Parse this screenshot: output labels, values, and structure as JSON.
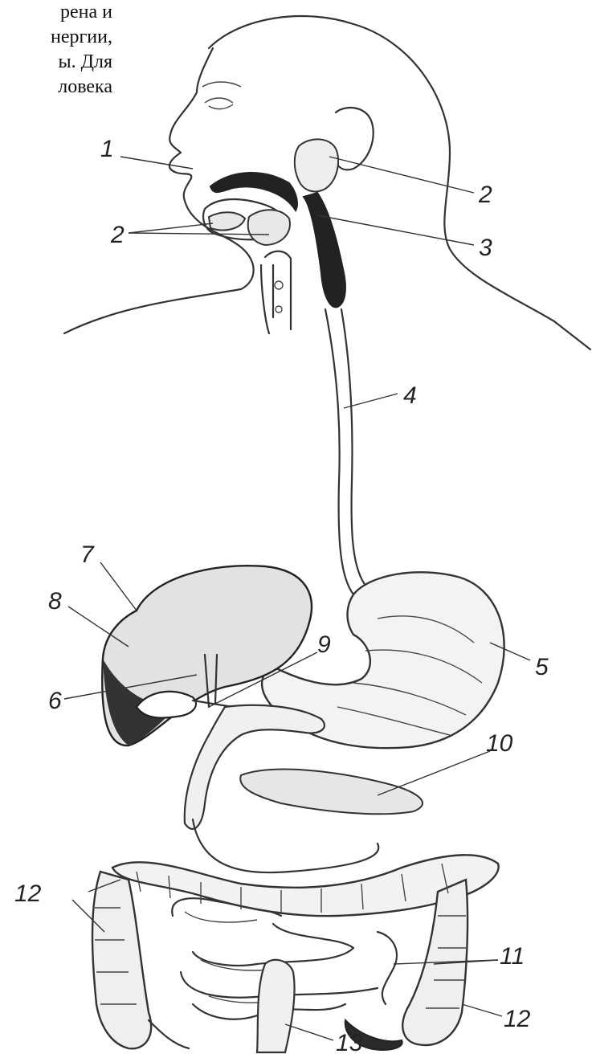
{
  "text_fragment": [
    "рена  и",
    "нергии,",
    "ы.  Для",
    "ловека"
  ],
  "labels": {
    "l1": "1",
    "l2a": "2",
    "l2b": "2",
    "l3": "3",
    "l4": "4",
    "l5": "5",
    "l6": "6",
    "l7": "7",
    "l8": "8",
    "l9": "9",
    "l10": "10",
    "l11": "11",
    "l12a": "12",
    "l12b": "12",
    "l13": "13"
  }
}
